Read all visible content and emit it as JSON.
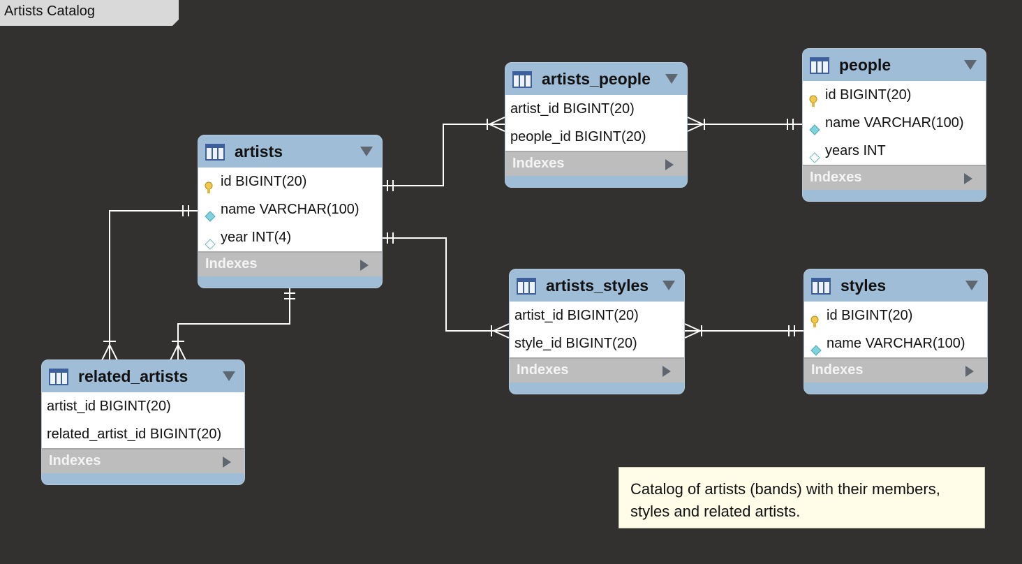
{
  "diagram": {
    "title": "Artists Catalog",
    "note": "Catalog of artists (bands) with their members, styles and related artists.",
    "tables": {
      "artists": {
        "name": "artists",
        "columns": [
          {
            "label": "id BIGINT(20)",
            "icon": "primary-key-icon"
          },
          {
            "label": "name VARCHAR(100)",
            "icon": "not-null-column-icon"
          },
          {
            "label": "year INT(4)",
            "icon": "nullable-column-icon"
          }
        ],
        "indexes": "Indexes"
      },
      "artists_people": {
        "name": "artists_people",
        "columns": [
          {
            "label": "artist_id BIGINT(20)"
          },
          {
            "label": "people_id BIGINT(20)"
          }
        ],
        "indexes": "Indexes"
      },
      "people": {
        "name": "people",
        "columns": [
          {
            "label": "id BIGINT(20)",
            "icon": "primary-key-icon"
          },
          {
            "label": "name VARCHAR(100)",
            "icon": "not-null-column-icon"
          },
          {
            "label": "years INT",
            "icon": "nullable-column-icon"
          }
        ],
        "indexes": "Indexes"
      },
      "artists_styles": {
        "name": "artists_styles",
        "columns": [
          {
            "label": "artist_id BIGINT(20)"
          },
          {
            "label": "style_id BIGINT(20)"
          }
        ],
        "indexes": "Indexes"
      },
      "styles": {
        "name": "styles",
        "columns": [
          {
            "label": "id BIGINT(20)",
            "icon": "primary-key-icon"
          },
          {
            "label": "name VARCHAR(100)",
            "icon": "not-null-column-icon"
          }
        ],
        "indexes": "Indexes"
      },
      "related_artists": {
        "name": "related_artists",
        "columns": [
          {
            "label": "artist_id BIGINT(20)"
          },
          {
            "label": "related_artist_id BIGINT(20)"
          }
        ],
        "indexes": "Indexes"
      }
    },
    "relationships": [
      {
        "from": "artists",
        "to": "artists_people",
        "type": "one-to-many"
      },
      {
        "from": "people",
        "to": "artists_people",
        "type": "one-to-many"
      },
      {
        "from": "artists",
        "to": "artists_styles",
        "type": "one-to-many"
      },
      {
        "from": "styles",
        "to": "artists_styles",
        "type": "one-to-many"
      },
      {
        "from": "artists",
        "to": "related_artists",
        "type": "one-to-many"
      },
      {
        "from": "artists",
        "to": "related_artists",
        "type": "one-to-many"
      }
    ],
    "colors": {
      "canvas": "#333130",
      "table_header": "#9fbdd6",
      "indexes_bar": "#bdbdbd",
      "connector": "#ffffff",
      "note_bg": "#fffde8"
    }
  }
}
